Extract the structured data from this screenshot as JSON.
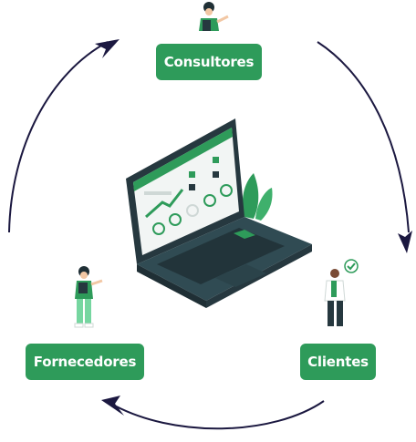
{
  "nodes": {
    "consultores": "Consultores",
    "fornecedores": "Fornecedores",
    "clientes": "Clientes"
  },
  "icons": [
    "laptop-dashboard-icon",
    "consultant-person-icon",
    "supplier-person-icon",
    "client-person-icon",
    "checkmark-badge-icon",
    "cycle-arrow-icon"
  ],
  "colors": {
    "accent": "#2e9b5a",
    "arrow": "#1b1840",
    "laptop": "#26383f",
    "screen": "#f2f5f4"
  }
}
